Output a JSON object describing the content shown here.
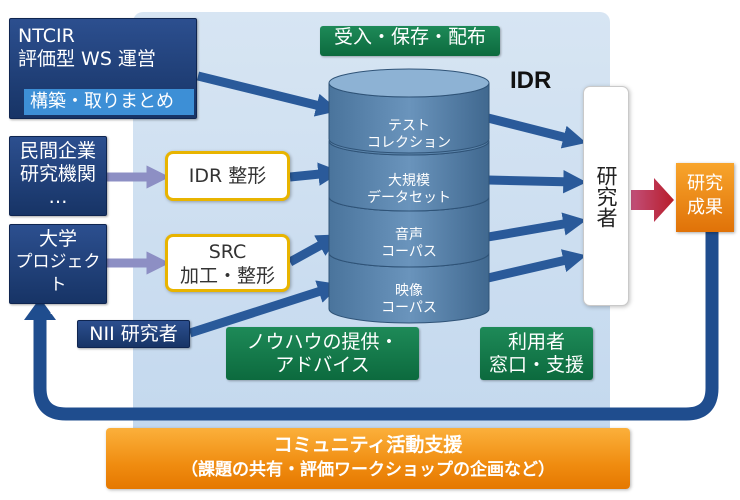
{
  "center": {
    "title": "IDR",
    "top_banner": "受入・保存・配布"
  },
  "left_boxes": {
    "ntcir": {
      "line1": "NTCIR",
      "line2": "評価型 WS 運営",
      "sub": "構築・取りまとめ"
    },
    "private": {
      "line1": "民間企業",
      "line2": "研究機関",
      "line3": "…"
    },
    "university": {
      "line1": "大学",
      "line2": "プロジェクト",
      "line3": "…"
    },
    "nii": "NII 研究者"
  },
  "process_boxes": {
    "idr": "IDR 整形",
    "src_line1": "SRC",
    "src_line2": "加工・整形"
  },
  "database": [
    {
      "line1": "テスト",
      "line2": "コレクション"
    },
    {
      "line1": "大規模",
      "line2": "データセット"
    },
    {
      "line1": "音声",
      "line2": "コーパス"
    },
    {
      "line1": "映像",
      "line2": "コーパス"
    }
  ],
  "researcher": "研究者",
  "result": {
    "line1": "研究",
    "line2": "成果"
  },
  "know_how": {
    "line1": "ノウハウの提供・",
    "line2": "アドバイス"
  },
  "user_support": {
    "line1": "利用者",
    "line2": "窓口・支援"
  },
  "community": {
    "line1": "コミュニティ活動支援",
    "line2": "（課題の共有・評価ワークショップの企画など）"
  },
  "colors": {
    "navy": "#1d3c78",
    "green": "#11744a",
    "orange": "#f08c10",
    "yellow_border": "#e8b400",
    "cylinder": "#5f8ab2"
  },
  "icons": {
    "arrow": "arrow-right-icon",
    "feedback": "loop-arrow-icon"
  }
}
